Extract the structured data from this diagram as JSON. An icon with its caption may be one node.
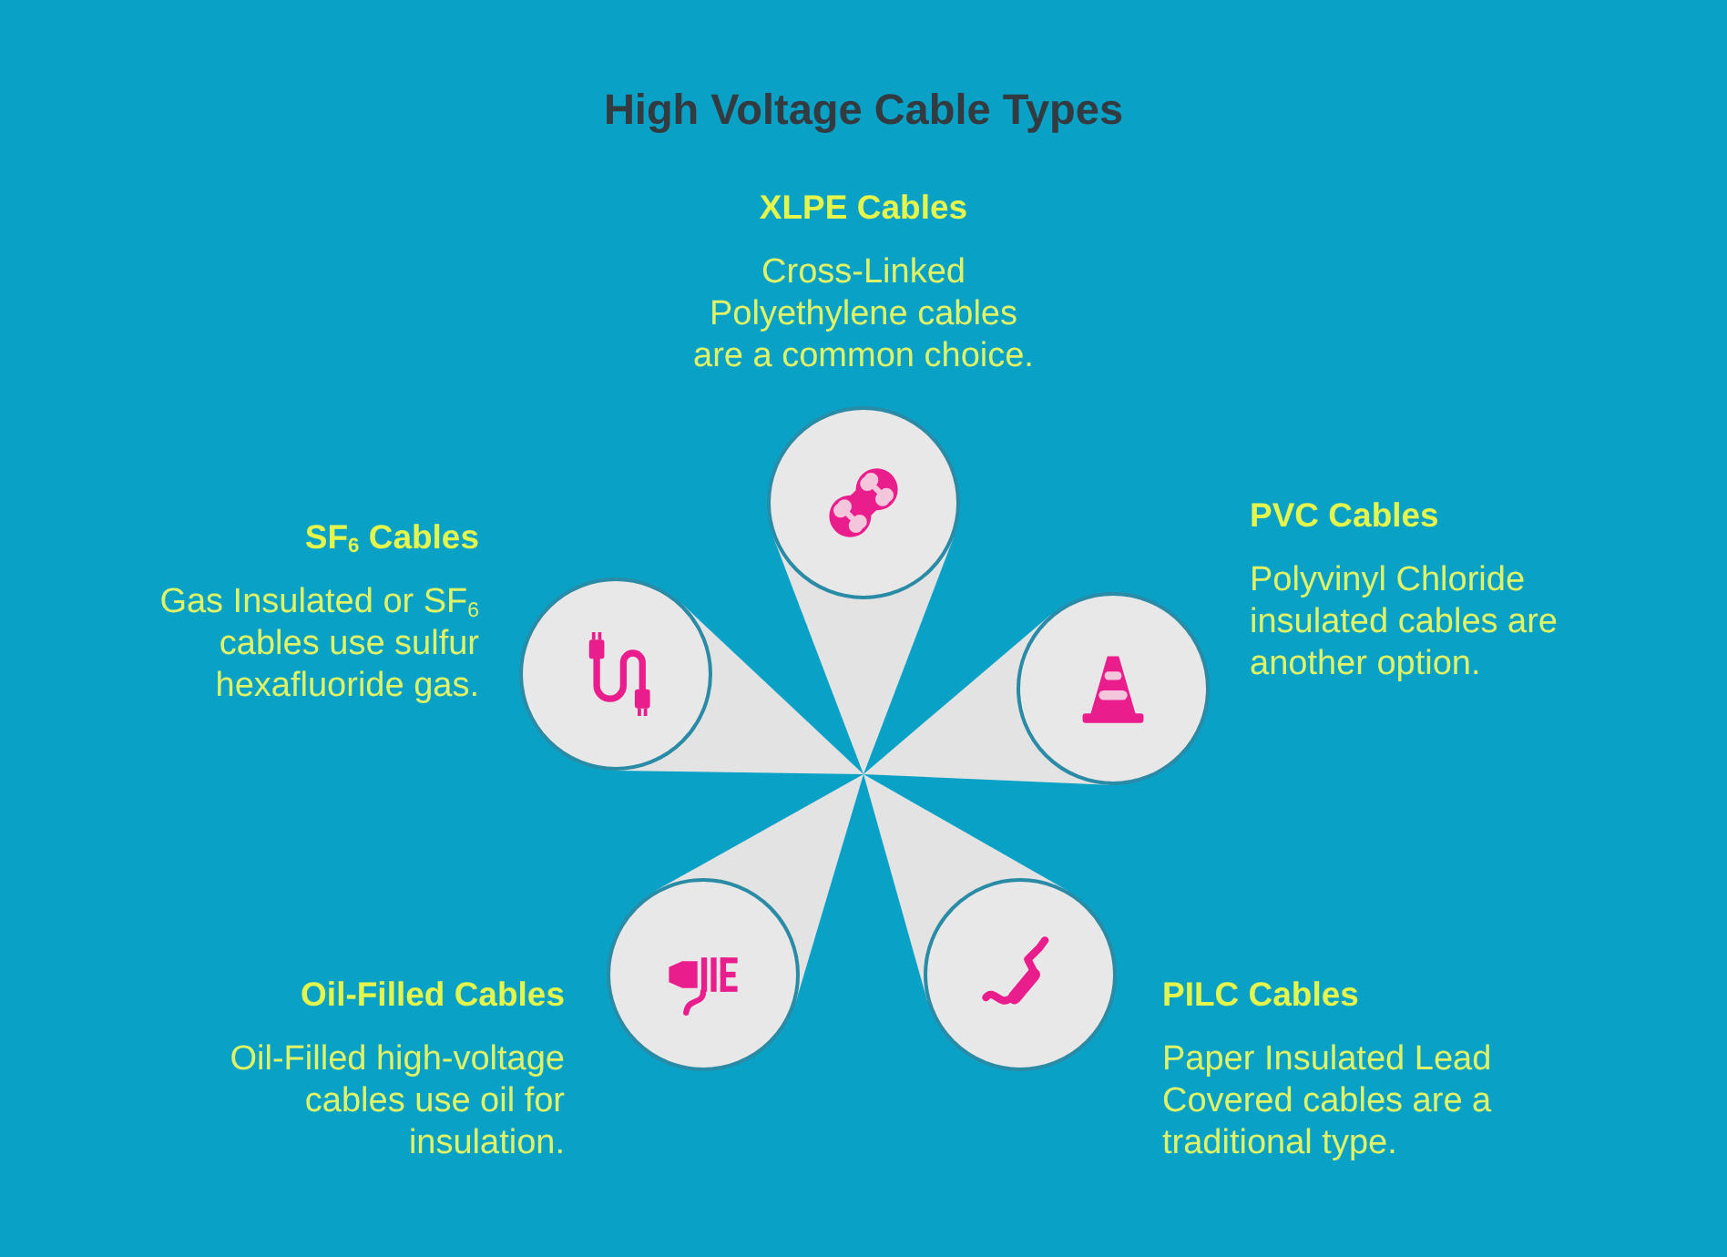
{
  "diagram": {
    "title": "High Voltage Cable Types",
    "nodes": [
      {
        "text": [
          "XLPE Cables",
          "Cross-Linked Polyethylene cables are a common choice."
        ]
      },
      {
        "text": [
          "SF$_{6}$ Cables",
          "Gas Insulated or SF$_{6}$ cables use sulfur hexafluoride gas."
        ]
      },
      {
        "text": [
          "PVC Cables",
          "Polyvinyl Chloride insulated cables are another option."
        ]
      },
      {
        "text": [
          "Oil-Filled Cables",
          "Oil-Filled high-voltage cables use oil for insulation."
        ]
      },
      {
        "text": [
          "PILC Cables",
          "Paper Insulated Lead Covered cables are a traditional type."
        ]
      }
    ]
  }
}
